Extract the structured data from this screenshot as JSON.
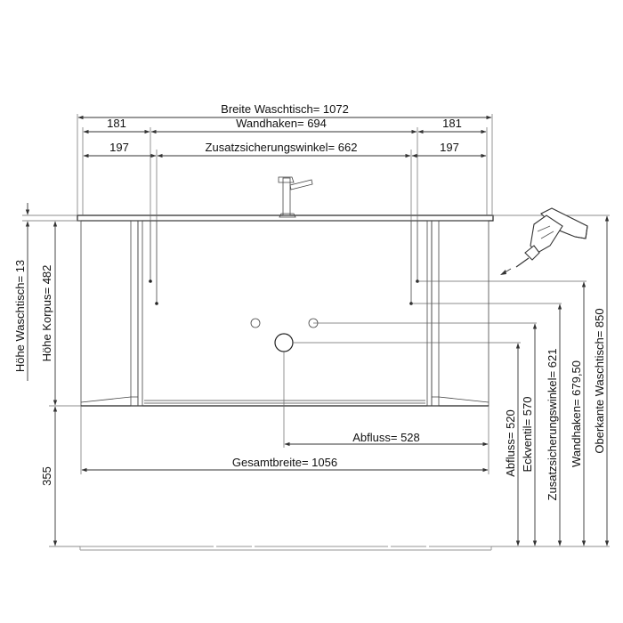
{
  "dimensions": {
    "breite_waschtisch": "Breite Waschtisch= 1072",
    "wandhaken_breite": "Wandhaken=  694",
    "wandhaken_seite_links": "181",
    "wandhaken_seite_rechts": "181",
    "zusatz_breite": "Zusatzsicherungswinkel=  662",
    "zusatz_seite_links": "197",
    "zusatz_seite_rechts": "197",
    "abfluss_horizontal": "Abfluss= 528",
    "gesamtbreite": "Gesamtbreite= 1056",
    "hoehe_waschtisch": "Höhe Waschtisch= 13",
    "hoehe_korpus": "Höhe Korpus= 482",
    "unten_355": "355",
    "abfluss_vertikal": "Abfluss= 520",
    "eckventil": "Eckventil= 570",
    "zusatz_vertikal": "Zusatzsicherungswinkel= 621",
    "wandhaken_vertikal": "Wandhaken= 679,50",
    "oberkante": "Oberkante Waschtisch= 850"
  },
  "icons": {
    "drill": "drill-icon",
    "faucet": "faucet-icon"
  },
  "colors": {
    "lines": "#333333",
    "floor": "#aaaaaa"
  }
}
